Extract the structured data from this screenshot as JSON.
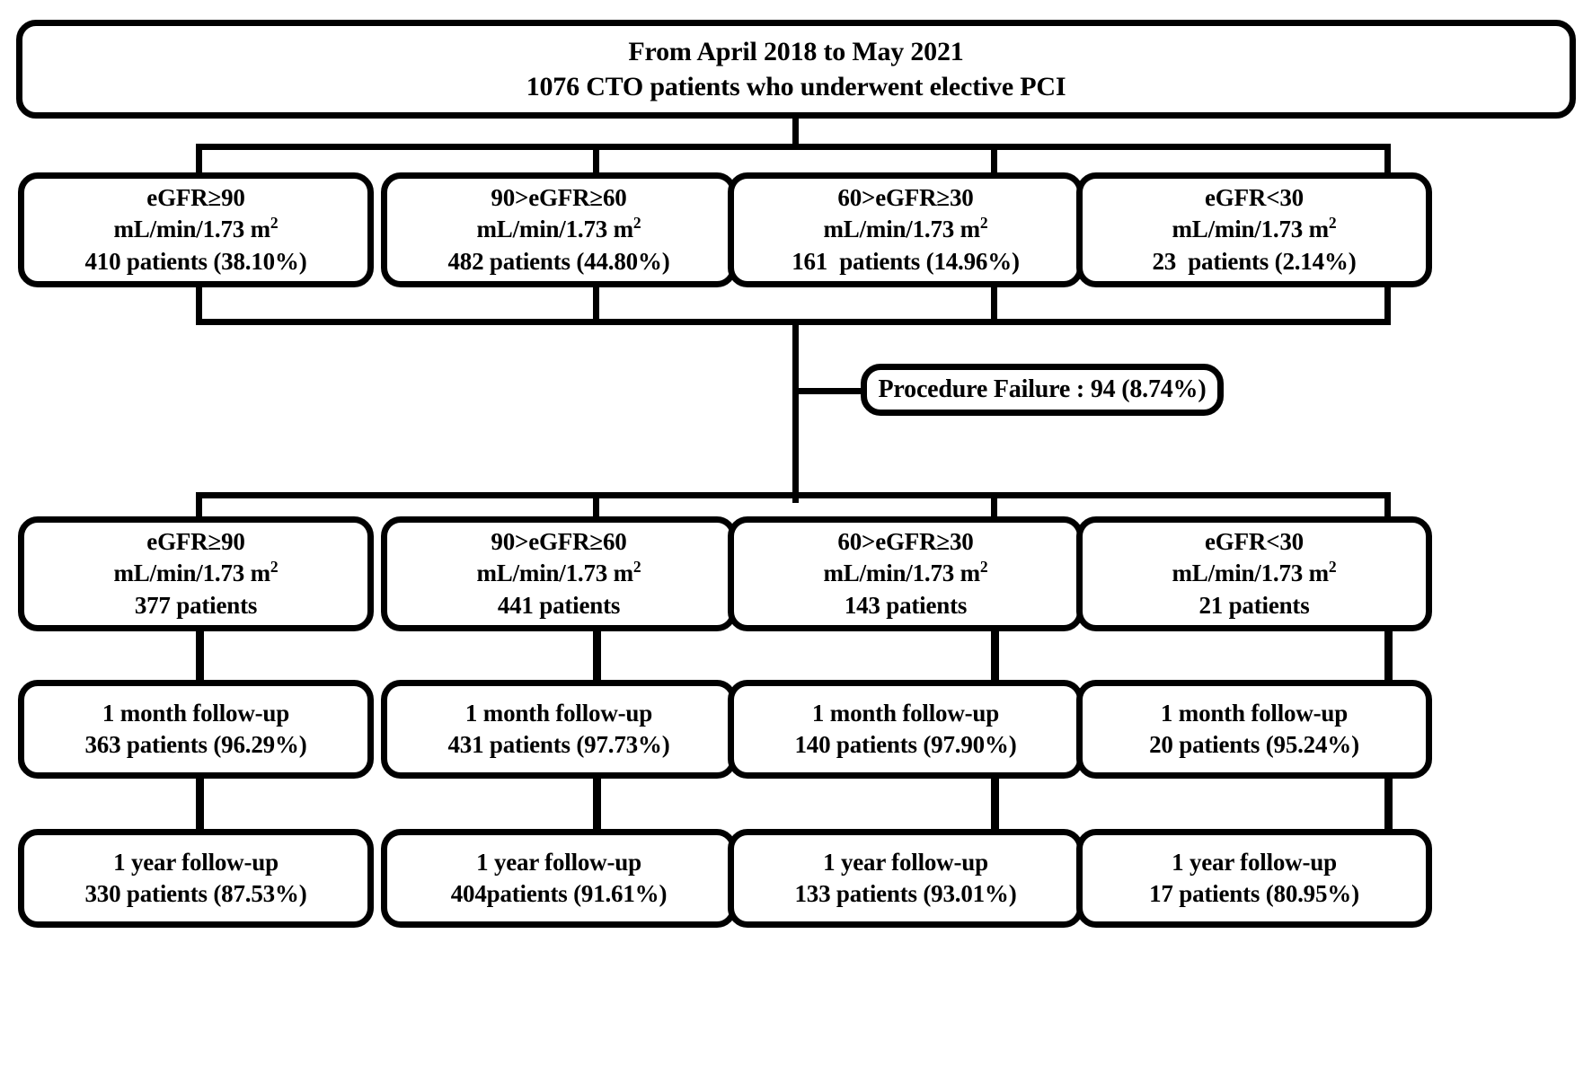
{
  "title": "CTO patients undergoing elective PCI stratified by eGFR — study flow diagram",
  "colors": {
    "stroke": "#000000",
    "background": "#ffffff",
    "text": "#000000"
  },
  "enrollment": {
    "line1": "From April 2018 to May 2021",
    "line2": "1076 CTO patients who underwent elective PCI",
    "total_patients": 1076,
    "period_start": "April 2018",
    "period_end": "May 2021"
  },
  "baseline_groups": [
    {
      "group": "eGFR≥90",
      "units": "mL/min/1.73 m",
      "units_sup": "2",
      "count_line": "410 patients (38.10%)",
      "count": 410,
      "percent": "38.10%"
    },
    {
      "group": "90>eGFR≥60",
      "units": "mL/min/1.73 m",
      "units_sup": "2",
      "count_line": "482 patients (44.80%)",
      "count": 482,
      "percent": "44.80%"
    },
    {
      "group": "60>eGFR≥30",
      "units": "mL/min/1.73 m",
      "units_sup": "2",
      "count_line": "161  patients (14.96%)",
      "count": 161,
      "percent": "14.96%"
    },
    {
      "group": "eGFR<30",
      "units": "mL/min/1.73 m",
      "units_sup": "2",
      "count_line": "23  patients (2.14%)",
      "count": 23,
      "percent": "2.14%"
    }
  ],
  "exclusion": {
    "label": "Procedure Failure : 94 (8.74%)",
    "count": 94,
    "percent": "8.74%"
  },
  "success_groups": [
    {
      "group": "eGFR≥90",
      "units": "mL/min/1.73 m",
      "units_sup": "2",
      "count_line": "377 patients",
      "count": 377
    },
    {
      "group": "90>eGFR≥60",
      "units": "mL/min/1.73 m",
      "units_sup": "2",
      "count_line": "441 patients",
      "count": 441
    },
    {
      "group": "60>eGFR≥30",
      "units": "mL/min/1.73 m",
      "units_sup": "2",
      "count_line": "143 patients",
      "count": 143
    },
    {
      "group": "eGFR<30",
      "units": "mL/min/1.73 m",
      "units_sup": "2",
      "count_line": "21 patients",
      "count": 21
    }
  ],
  "month_followup": [
    {
      "label": "1 month follow-up",
      "count_line": "363 patients (96.29%)",
      "count": 363,
      "percent": "96.29%"
    },
    {
      "label": "1 month follow-up",
      "count_line": "431 patients (97.73%)",
      "count": 431,
      "percent": "97.73%"
    },
    {
      "label": "1 month follow-up",
      "count_line": "140 patients (97.90%)",
      "count": 140,
      "percent": "97.90%"
    },
    {
      "label": "1 month follow-up",
      "count_line": "20 patients (95.24%)",
      "count": 20,
      "percent": "95.24%"
    }
  ],
  "year_followup": [
    {
      "label": "1 year follow-up",
      "count_line": "330 patients (87.53%)",
      "count": 330,
      "percent": "87.53%"
    },
    {
      "label": "1 year follow-up",
      "count_line": "404patients (91.61%)",
      "count": 404,
      "percent": "91.61%"
    },
    {
      "label": "1 year follow-up",
      "count_line": "133 patients (93.01%)",
      "count": 133,
      "percent": "93.01%"
    },
    {
      "label": "1 year follow-up",
      "count_line": "17 patients (80.95%)",
      "count": 17,
      "percent": "80.95%"
    }
  ]
}
